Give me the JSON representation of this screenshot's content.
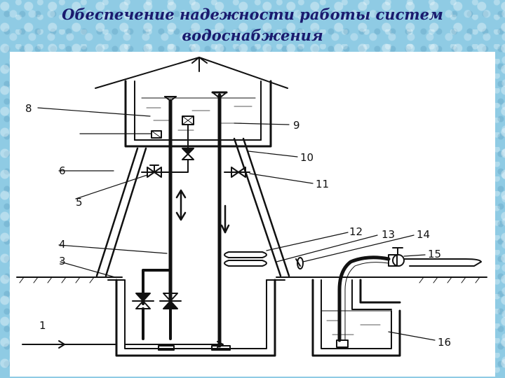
{
  "title": {
    "line1": "Обеспечение надежности работы систем",
    "line2": "водоснабжения"
  },
  "diagram": {
    "labels": [
      "8",
      "9",
      "6",
      "10",
      "11",
      "5",
      "12",
      "13",
      "14",
      "4",
      "3",
      "15",
      "1",
      "16"
    ]
  }
}
